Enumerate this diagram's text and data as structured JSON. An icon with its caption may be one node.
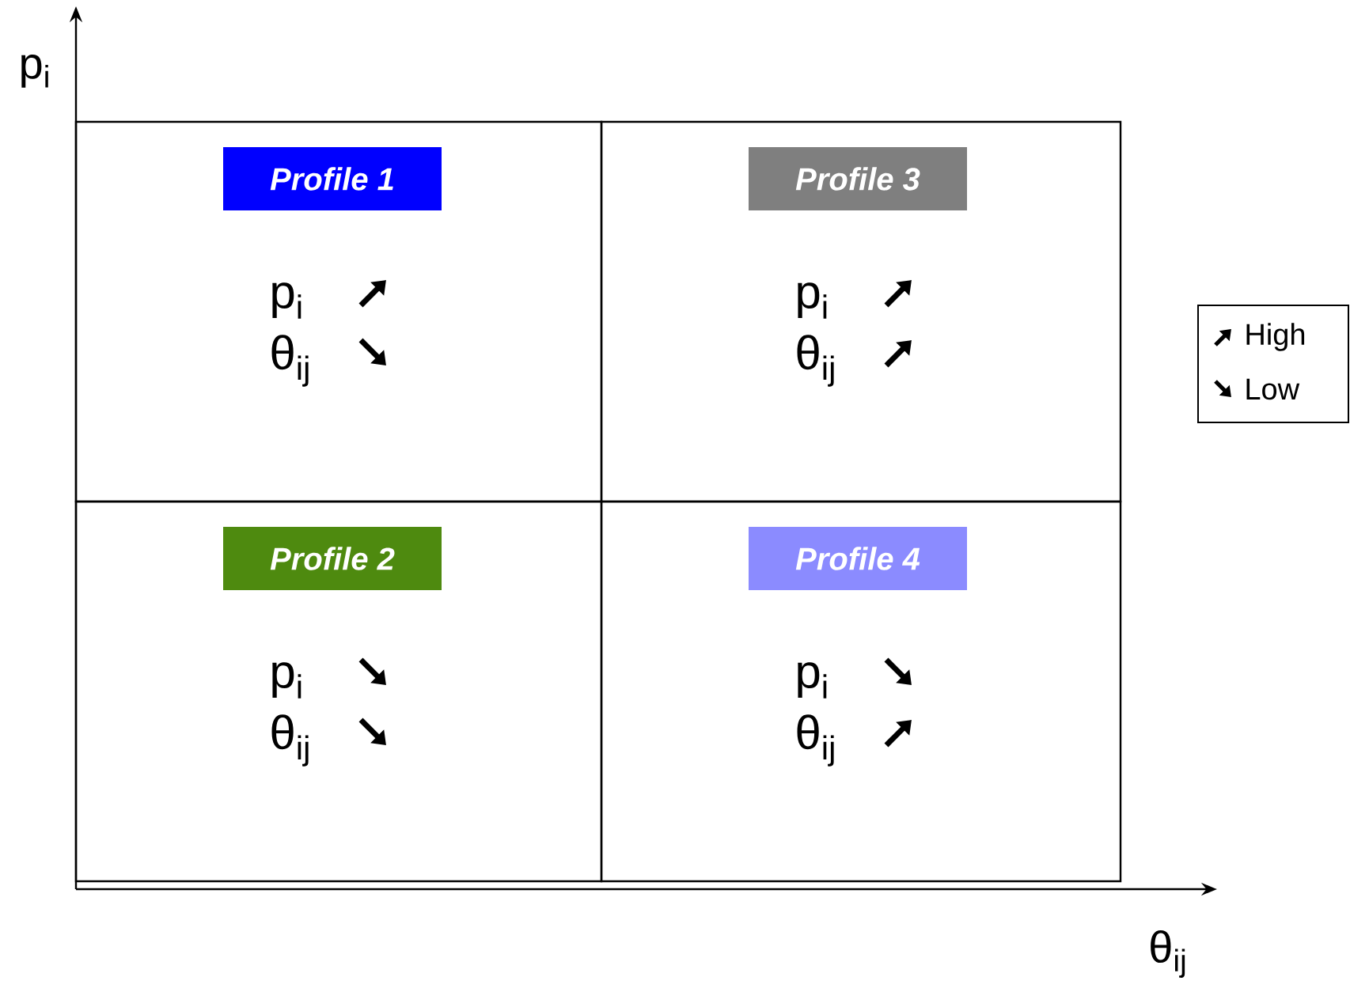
{
  "diagram": {
    "nodes": [
      {
        "text": [
          "p$_{i}$",
          "θ$_{ij}$"
        ]
      },
      {
        "text": [
          "Profile 1"
        ],
        "in": 0
      },
      {
        "text": [
          "p$_{i}$",
          "θ$_{ij}$"
        ]
      },
      {
        "text": [
          "Profile 3"
        ],
        "in": 2
      },
      {
        "text": [
          "p$_{i}$",
          "θ$_{ij}$"
        ]
      },
      {
        "text": [
          "Profile 2"
        ],
        "in": 4
      },
      {
        "text": [
          "p$_{i}$",
          "θ$_{ij}$"
        ]
      },
      {
        "text": [
          "Profile 4"
        ],
        "in": 6
      }
    ],
    "edges": [],
    "labels": [
      "p$_{i}$",
      "θ$_{ij}$"
    ],
    "legend": [
      {
        "text": "High"
      },
      {
        "text": "Low"
      }
    ]
  }
}
